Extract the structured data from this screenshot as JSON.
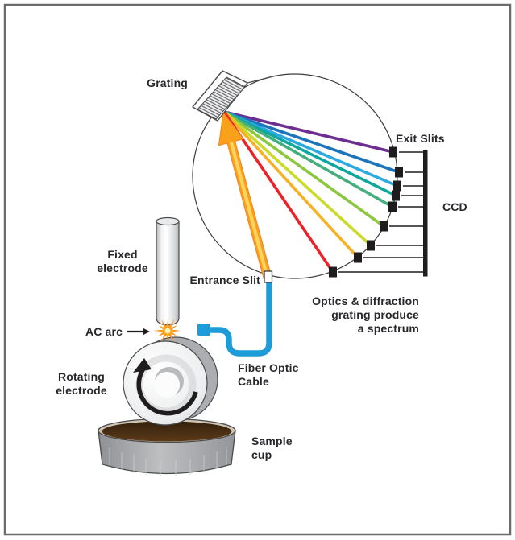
{
  "diagram": {
    "labels": {
      "grating": "Grating",
      "exit_slits": "Exit Slits",
      "ccd": "CCD",
      "entrance_slit": "Entrance Slit",
      "fixed_electrode": "Fixed\nelectrode",
      "ac_arc": "AC arc",
      "rotating_electrode": "Rotating\nelectrode",
      "fiber_optic_cable": "Fiber Optic\nCable",
      "sample_cup": "Sample\ncup",
      "spectrum_caption": "Optics & diffraction\ngrating produce\na spectrum"
    },
    "colors": {
      "spectrum": [
        "#6C2E91",
        "#1C75BC",
        "#2BA9E1",
        "#0DA79E",
        "#44AE7D",
        "#8DC63F",
        "#CBDB2A",
        "#F5B226",
        "#EC2227"
      ],
      "beam_fill": "#F9A11B",
      "beam_core": "#FFD45E",
      "fiber": "#1E9CD9",
      "spark_outer": "#F7941E",
      "spark_inner": "#FDB913",
      "frame": "#6A6B6D",
      "text": "#29272B"
    }
  }
}
